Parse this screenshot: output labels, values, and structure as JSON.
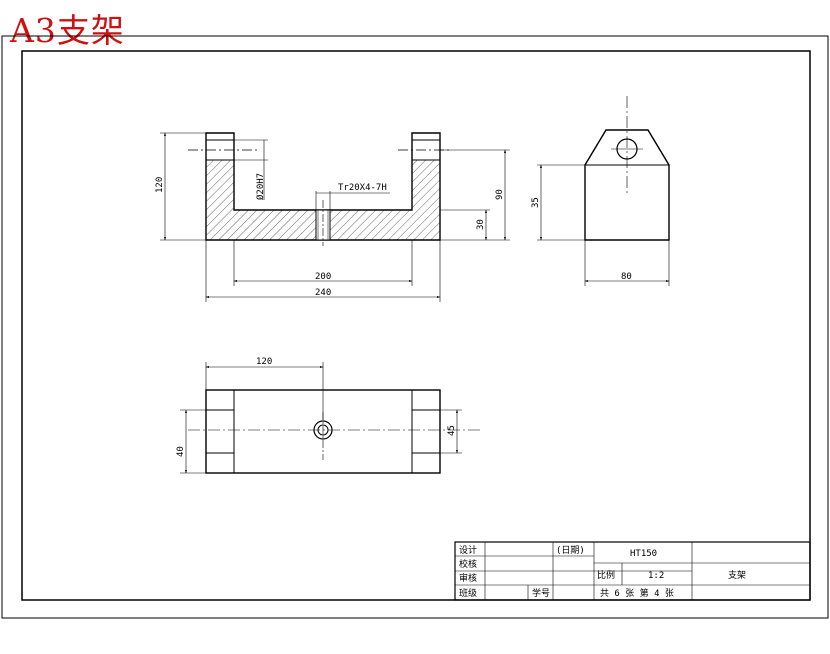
{
  "stamp_title": "A3支架",
  "front_view": {
    "dimensions": {
      "height_total": "120",
      "bore": "Ø20H7",
      "thread": "Tr20X4-7H",
      "height_outer": "90",
      "base_thickness": "30",
      "inner_width": "200",
      "overall_width": "240"
    }
  },
  "side_view": {
    "dimensions": {
      "center_height": "35",
      "width": "80"
    }
  },
  "top_view": {
    "dimensions": {
      "center_offset": "120",
      "depth": "40",
      "slot_depth": "45"
    }
  },
  "title_block": {
    "designed_label": "设计",
    "checked_label": "校核",
    "reviewed_label": "审核",
    "class_label": "班级",
    "date_label": "(日期)",
    "student_id_label": "学号",
    "material": "HT150",
    "scale_label": "比例",
    "scale_value": "1:2",
    "part_name": "支架",
    "sheet_info": "共 6 张 第 4 张"
  }
}
